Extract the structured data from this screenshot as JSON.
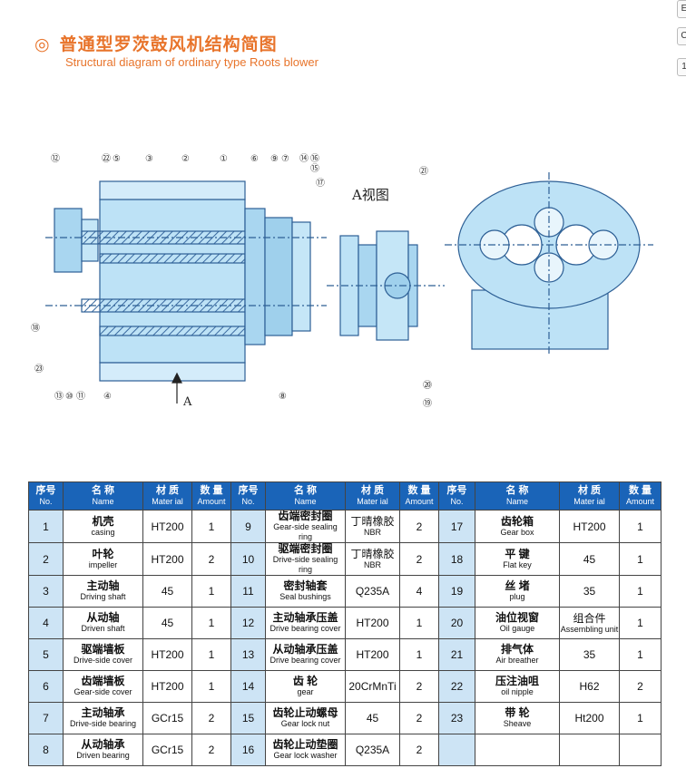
{
  "header": {
    "mark": "◎",
    "title_cn": "普通型罗茨鼓风机结构简图",
    "title_en": "Structural diagram of ordinary type Roots blower"
  },
  "side_buttons": [
    "E",
    "C",
    "1"
  ],
  "diagram": {
    "view_label": "A视图",
    "arrow_label": "A",
    "callouts": [
      "⑫",
      "㉒",
      "⑤",
      "③",
      "②",
      "①",
      "⑥",
      "⑨",
      "⑦",
      "⑭",
      "⑯",
      "⑮",
      "⑰",
      "㉑",
      "⑱",
      "㉓",
      "⑬",
      "⑩",
      "⑪",
      "④",
      "⑧",
      "⑳",
      "⑲"
    ]
  },
  "table": {
    "headers": [
      {
        "cn": "序号",
        "en": "No."
      },
      {
        "cn": "名 称",
        "en": "Name"
      },
      {
        "cn": "材 质",
        "en": "Mater ial"
      },
      {
        "cn": "数 量",
        "en": "Amount"
      }
    ],
    "rows": [
      [
        {
          "no": "1",
          "name_cn": "机壳",
          "name_en": "casing",
          "mat": "HT200",
          "amt": "1"
        },
        {
          "no": "9",
          "name_cn": "齿端密封圈",
          "name_en": "Gear-side sealing ring",
          "mat": "丁晴橡胶",
          "mat_en": "NBR",
          "amt": "2"
        },
        {
          "no": "17",
          "name_cn": "齿轮箱",
          "name_en": "Gear box",
          "mat": "HT200",
          "amt": "1"
        }
      ],
      [
        {
          "no": "2",
          "name_cn": "叶轮",
          "name_en": "impeller",
          "mat": "HT200",
          "amt": "2"
        },
        {
          "no": "10",
          "name_cn": "驱端密封圈",
          "name_en": "Drive-side sealing ring",
          "mat": "丁晴橡胶",
          "mat_en": "NBR",
          "amt": "2"
        },
        {
          "no": "18",
          "name_cn": "平 键",
          "name_en": "Flat key",
          "mat": "45",
          "amt": "1"
        }
      ],
      [
        {
          "no": "3",
          "name_cn": "主动轴",
          "name_en": "Driving shaft",
          "mat": "45",
          "amt": "1"
        },
        {
          "no": "11",
          "name_cn": "密封轴套",
          "name_en": "Seal bushings",
          "mat": "Q235A",
          "amt": "4"
        },
        {
          "no": "19",
          "name_cn": "丝 堵",
          "name_en": "plug",
          "mat": "35",
          "amt": "1"
        }
      ],
      [
        {
          "no": "4",
          "name_cn": "从动轴",
          "name_en": "Driven shaft",
          "mat": "45",
          "amt": "1"
        },
        {
          "no": "12",
          "name_cn": "主动轴承压盖",
          "name_en": "Drive bearing cover",
          "mat": "HT200",
          "amt": "1"
        },
        {
          "no": "20",
          "name_cn": "油位视窗",
          "name_en": "Oil gauge",
          "mat": "组合件",
          "mat_en": "Assembling unit",
          "amt": "1"
        }
      ],
      [
        {
          "no": "5",
          "name_cn": "驱端墙板",
          "name_en": "Drive-side cover",
          "mat": "HT200",
          "amt": "1"
        },
        {
          "no": "13",
          "name_cn": "从动轴承压盖",
          "name_en": "Drive bearing cover",
          "mat": "HT200",
          "amt": "1"
        },
        {
          "no": "21",
          "name_cn": "排气体",
          "name_en": "Air breather",
          "mat": "35",
          "amt": "1"
        }
      ],
      [
        {
          "no": "6",
          "name_cn": "齿端墙板",
          "name_en": "Gear-side cover",
          "mat": "HT200",
          "amt": "1"
        },
        {
          "no": "14",
          "name_cn": "齿 轮",
          "name_en": "gear",
          "mat": "20CrMnTi",
          "amt": "2"
        },
        {
          "no": "22",
          "name_cn": "压注油咀",
          "name_en": "oil nipple",
          "mat": "H62",
          "amt": "2"
        }
      ],
      [
        {
          "no": "7",
          "name_cn": "主动轴承",
          "name_en": "Drive-side bearing",
          "mat": "GCr15",
          "amt": "2"
        },
        {
          "no": "15",
          "name_cn": "齿轮止动螺母",
          "name_en": "Gear lock nut",
          "mat": "45",
          "amt": "2"
        },
        {
          "no": "23",
          "name_cn": "带 轮",
          "name_en": "Sheave",
          "mat": "Ht200",
          "amt": "1"
        }
      ],
      [
        {
          "no": "8",
          "name_cn": "从动轴承",
          "name_en": "Driven bearing",
          "mat": "GCr15",
          "amt": "2"
        },
        {
          "no": "16",
          "name_cn": "齿轮止动垫圈",
          "name_en": "Gear lock washer",
          "mat": "Q235A",
          "amt": "2"
        },
        {
          "no": "",
          "name_cn": "",
          "name_en": "",
          "mat": "",
          "amt": ""
        }
      ]
    ]
  }
}
